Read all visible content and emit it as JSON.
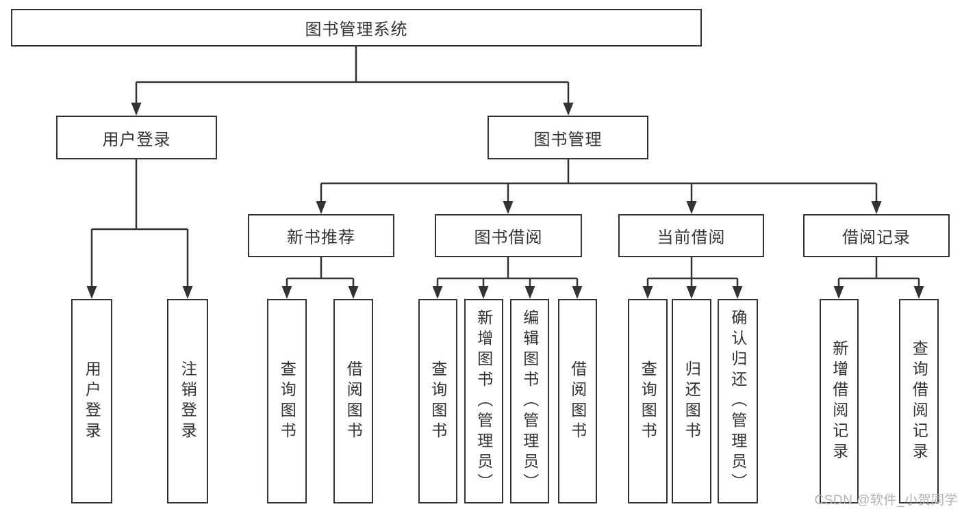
{
  "colors": {
    "line": "#333333",
    "text": "#333333",
    "watermark": "#b3b3b3",
    "background": "#ffffff"
  },
  "diagram": {
    "root": "图书管理系统",
    "level2": {
      "user_login": "用户登录",
      "book_mgmt": "图书管理"
    },
    "level3": {
      "new_book": "新书推荐",
      "book_borrow": "图书借阅",
      "current_borrow": "当前借阅",
      "borrow_records": "借阅记录"
    },
    "leaves": {
      "user_login_1": "用户登录",
      "user_login_2": "注销登录",
      "new_book_1": "查询图书",
      "new_book_2": "借阅图书",
      "borrow_1": "查询图书",
      "borrow_2": "新增图书（管理员）",
      "borrow_3": "编辑图书（管理员）",
      "borrow_4": "借阅图书",
      "current_1": "查询图书",
      "current_2": "归还图书",
      "current_3": "确认归还（管理员）",
      "records_1": "新增借阅记录",
      "records_2": "查询借阅记录"
    },
    "watermark": "CSDN @软件_小贺同学"
  }
}
